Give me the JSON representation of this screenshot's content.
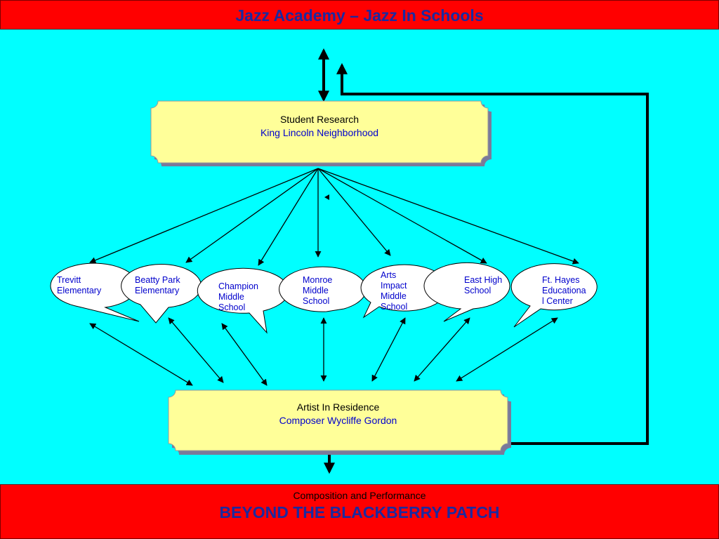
{
  "header": {
    "title": "Jazz Academy – Jazz In Schools"
  },
  "student_research": {
    "line1": "Student Research",
    "line2": "King Lincoln Neighborhood"
  },
  "schools": [
    {
      "label": "Trevitt\nElementary"
    },
    {
      "label": "Beatty Park\nElementary"
    },
    {
      "label": "Champion\nMiddle\nSchool"
    },
    {
      "label": "Monroe\nMiddle\nSchool"
    },
    {
      "label": "Arts\nImpact\nMiddle\nSchool"
    },
    {
      "label": "East High\nSchool"
    },
    {
      "label": "Ft. Hayes\nEducationa\nl Center"
    }
  ],
  "artist": {
    "line1": "Artist In Residence",
    "line2": "Composer Wycliffe Gordon"
  },
  "footer": {
    "subtitle": "Composition and Performance",
    "title": "BEYOND THE BLACKBERRY PATCH"
  },
  "colors": {
    "background": "#00ffff",
    "banner": "#ff0000",
    "box_fill": "#ffff99",
    "title_text": "#1a2aa0",
    "link_text": "#0000cc"
  }
}
